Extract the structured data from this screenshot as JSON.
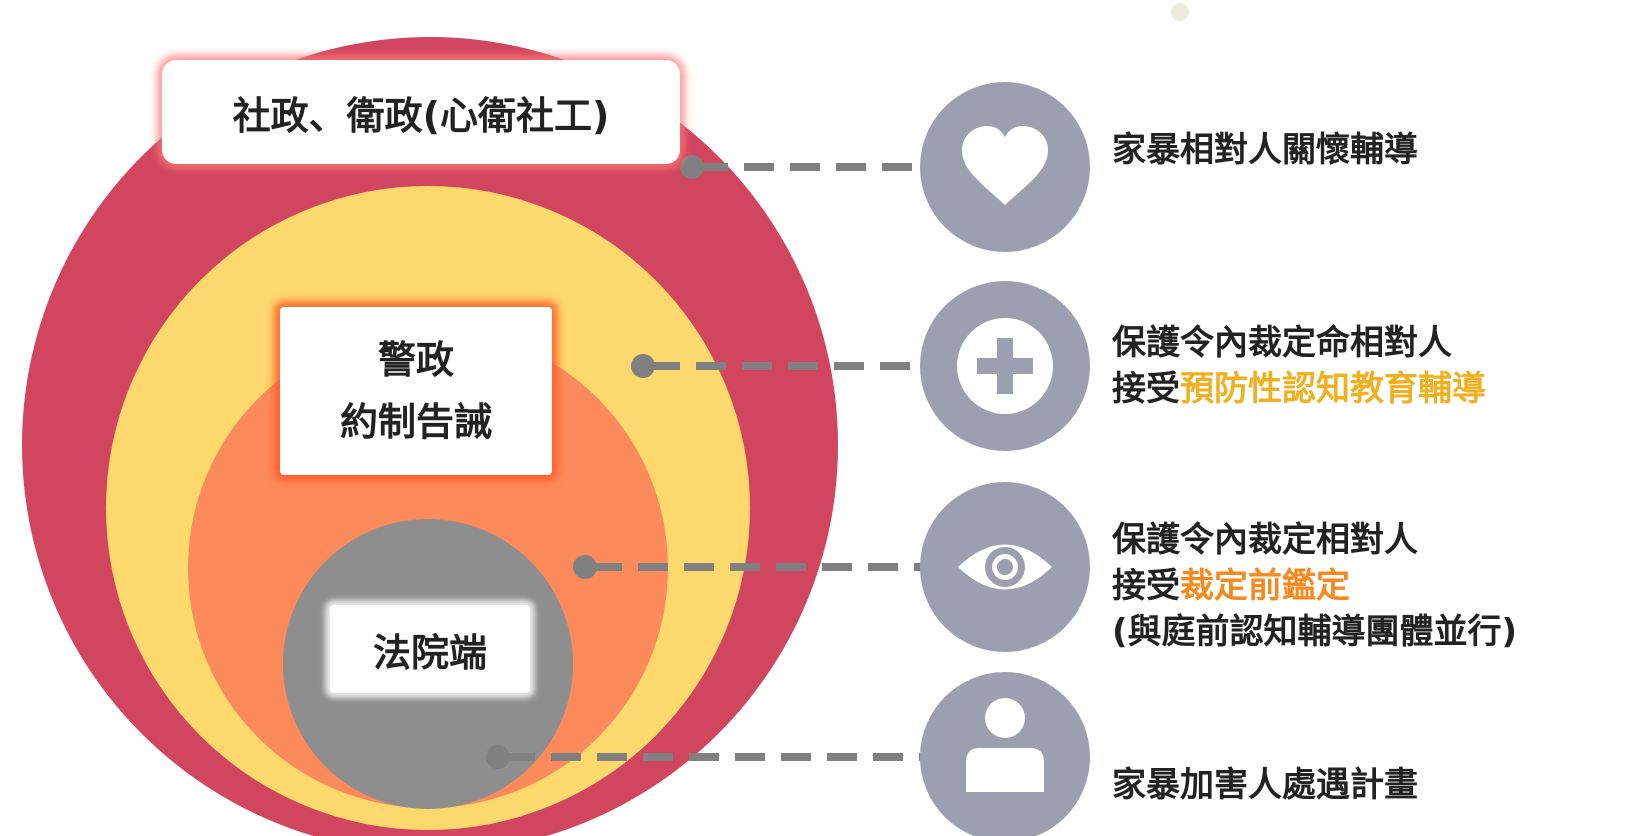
{
  "circles": {
    "social_welfare": {
      "label": "社政、衛政(心衛社工)",
      "color": "#d1465e"
    },
    "police": {
      "label_line1": "警政",
      "label_line2": "約制告誡",
      "color": "#fdd96d"
    },
    "pre_court": {
      "color": "#fd8a5a"
    },
    "court": {
      "label": "法院端",
      "color": "#8e8e8e"
    }
  },
  "items": [
    {
      "icon": "heart-icon",
      "line1": "家暴相對人關懷輔導"
    },
    {
      "icon": "plus-icon",
      "line1": "保護令內裁定命相對人",
      "line2_prefix": "接受",
      "line2_highlight": "預防性認知教育輔導"
    },
    {
      "icon": "eye-icon",
      "line1": "保護令內裁定相對人",
      "line2_prefix": "接受",
      "line2_highlight": "裁定前鑑定",
      "line3": "(與庭前認知輔導團體並行)"
    },
    {
      "icon": "user-icon",
      "line1": "家暴加害人處遇計畫"
    }
  ],
  "colors": {
    "icon_circle": "#9b9faf",
    "connector": "#808080",
    "highlight_yellow": "#f0b020",
    "highlight_orange": "#f58a1f"
  }
}
